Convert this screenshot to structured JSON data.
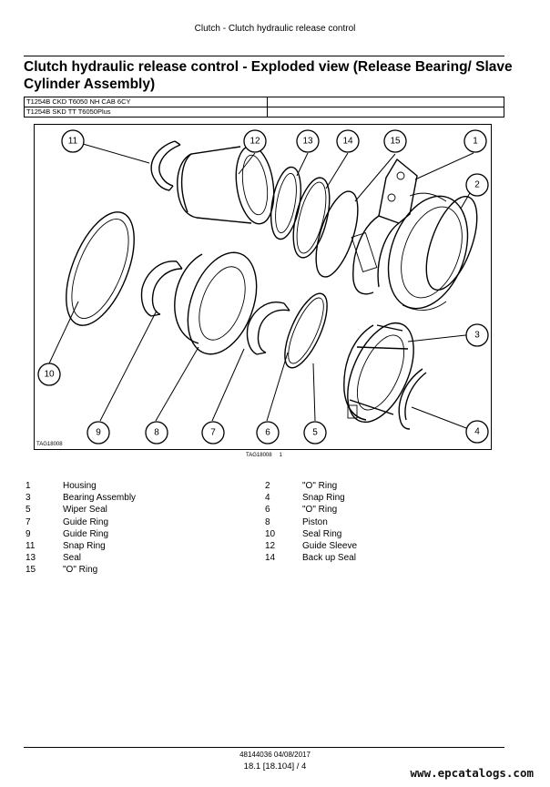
{
  "header": {
    "running_title": "Clutch - Clutch hydraulic release control"
  },
  "title": "Clutch hydraulic release control - Exploded view (Release Bearing/ Slave Cylinder Assembly)",
  "applicability": [
    {
      "code": "T1254B CKD T6050 NH CAB 6CY",
      "value": ""
    },
    {
      "code": "T1254B SKD TT T6050Plus",
      "value": ""
    }
  ],
  "figure": {
    "code": "TAG18008",
    "caption_code": "TAG18008",
    "caption_index": "1",
    "callouts": [
      "1",
      "2",
      "3",
      "4",
      "5",
      "6",
      "7",
      "8",
      "9",
      "10",
      "11",
      "12",
      "13",
      "14",
      "15"
    ]
  },
  "legend_left": [
    {
      "num": "1",
      "name": "Housing"
    },
    {
      "num": "3",
      "name": "Bearing Assembly"
    },
    {
      "num": "5",
      "name": "Wiper Seal"
    },
    {
      "num": "7",
      "name": "Guide Ring"
    },
    {
      "num": "9",
      "name": "Guide Ring"
    },
    {
      "num": "11",
      "name": "Snap Ring"
    },
    {
      "num": "13",
      "name": "Seal"
    },
    {
      "num": "15",
      "name": "\"O\" Ring"
    }
  ],
  "legend_right": [
    {
      "num": "2",
      "name": "\"O\" Ring"
    },
    {
      "num": "4",
      "name": "Snap Ring"
    },
    {
      "num": "6",
      "name": "\"O\" Ring"
    },
    {
      "num": "8",
      "name": "Piston"
    },
    {
      "num": "10",
      "name": "Seal Ring"
    },
    {
      "num": "12",
      "name": "Guide Sleeve"
    },
    {
      "num": "14",
      "name": "Back up Seal"
    }
  ],
  "footer": {
    "doc_code": "48144036 04/08/2017",
    "page": "18.1 [18.104] / 4",
    "watermark": "www.epcatalogs.com"
  }
}
